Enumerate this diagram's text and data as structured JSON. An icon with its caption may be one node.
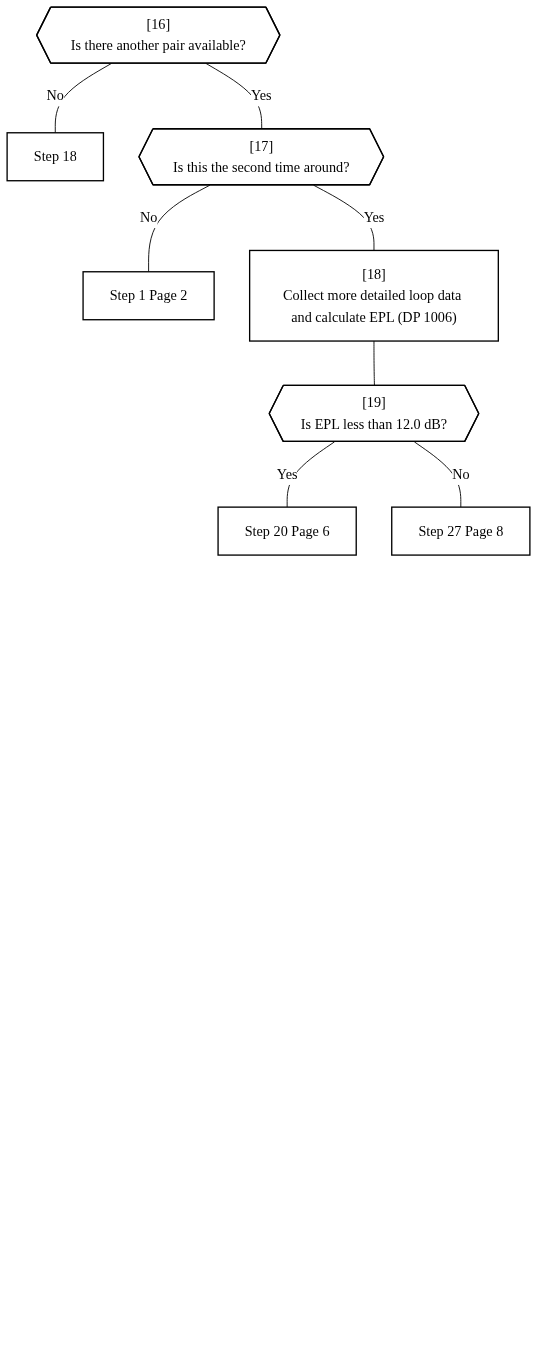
{
  "diagram": {
    "nodes": [
      {
        "text": [
          "[16]",
          "Is there another pair available?"
        ]
      },
      {
        "text": [
          "Step 18"
        ]
      },
      {
        "text": [
          "[17]",
          "Is this the second time around?"
        ]
      },
      {
        "text": [
          "Step 1 Page 2"
        ]
      },
      {
        "text": [
          "[18]",
          "Collect more detailed loop data and calculate EPL (DP 1006)"
        ]
      },
      {
        "text": [
          "[19]",
          "Is EPL less than 12.0 dB?"
        ]
      },
      {
        "text": [
          "Step 20 Page 6"
        ]
      },
      {
        "text": [
          "Step 27 Page 8"
        ]
      }
    ],
    "edges": [
      {
        "from": 0,
        "to": 1,
        "arrow": "none",
        "label": "No"
      },
      {
        "from": 0,
        "to": 2,
        "arrow": "none",
        "label": "Yes"
      },
      {
        "from": 2,
        "to": 3,
        "arrow": "none",
        "label": "No"
      },
      {
        "from": 2,
        "to": 4,
        "arrow": "none",
        "label": "Yes"
      },
      {
        "from": 4,
        "to": 5,
        "arrow": "none"
      },
      {
        "from": 5,
        "to": 6,
        "arrow": "none",
        "label": "Yes"
      },
      {
        "from": 5,
        "to": 7,
        "arrow": "none",
        "label": "No"
      }
    ]
  }
}
